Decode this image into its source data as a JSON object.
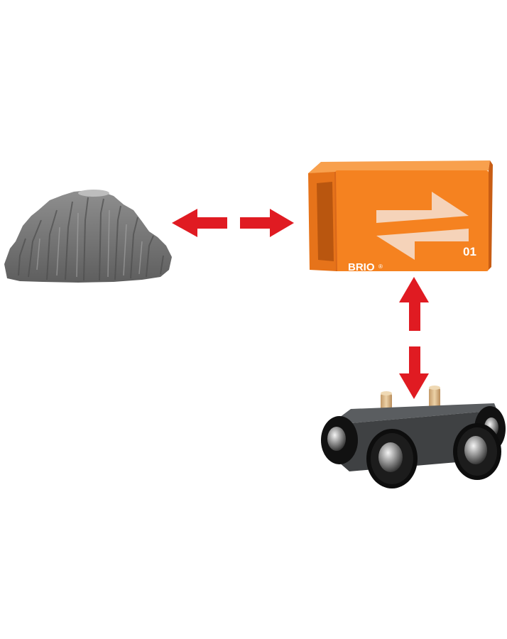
{
  "scene": {
    "objects": [
      {
        "id": "rock",
        "kind": "grey rock cargo"
      },
      {
        "id": "container",
        "kind": "orange cargo container",
        "icon": "swap-arrows-icon"
      },
      {
        "id": "wagon",
        "kind": "dark grey wagon chassis"
      }
    ],
    "connectors": [
      {
        "from": "rock",
        "to": "container",
        "style": "dashed double arrow"
      },
      {
        "from": "container",
        "to": "wagon",
        "style": "dashed double arrow"
      }
    ]
  },
  "container": {
    "brand": "BRIO",
    "registered_mark": "®",
    "number": "01"
  },
  "colors": {
    "arrow": "#e01b22",
    "container": "#f58220",
    "container_dark": "#d9681a",
    "container_light": "#f8a04d",
    "label": "#ffffff",
    "rock": "#7b7b7b",
    "wagon_body": "#3f4143",
    "wheel": "#111111",
    "peg": "#d8b88a"
  }
}
